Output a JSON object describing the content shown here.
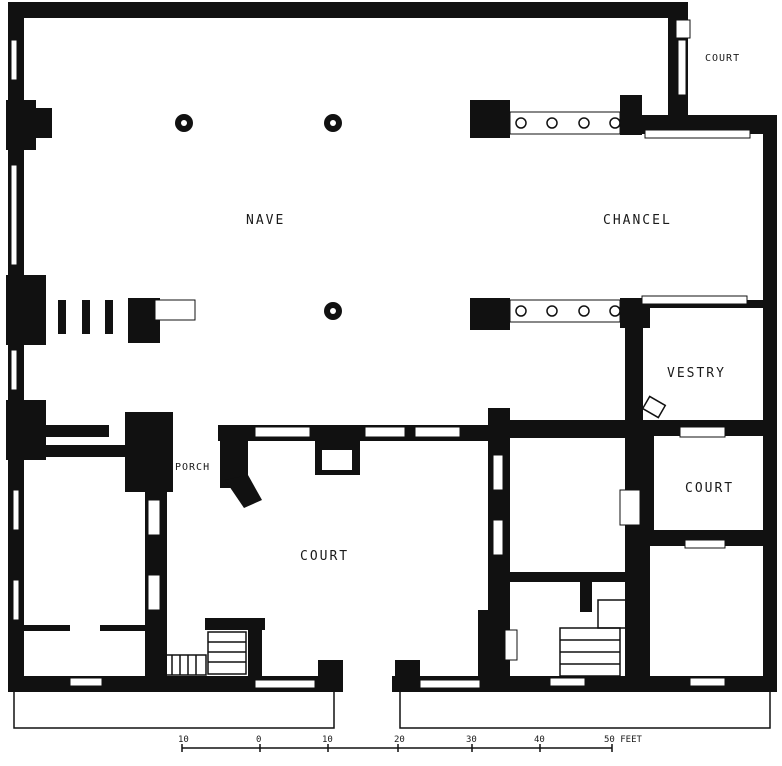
{
  "rooms": {
    "nave": "NAVE",
    "chancel": "CHANCEL",
    "vestry": "VESTRY",
    "porch": "PORCH",
    "court_top_right": "COURT",
    "court_right": "COURT",
    "court_center": "COURT"
  },
  "scale": {
    "ticks": [
      "10",
      "0",
      "10",
      "20",
      "30",
      "40",
      "50 FEET"
    ]
  },
  "colors": {
    "wall": "#111111",
    "paper": "#ffffff"
  }
}
